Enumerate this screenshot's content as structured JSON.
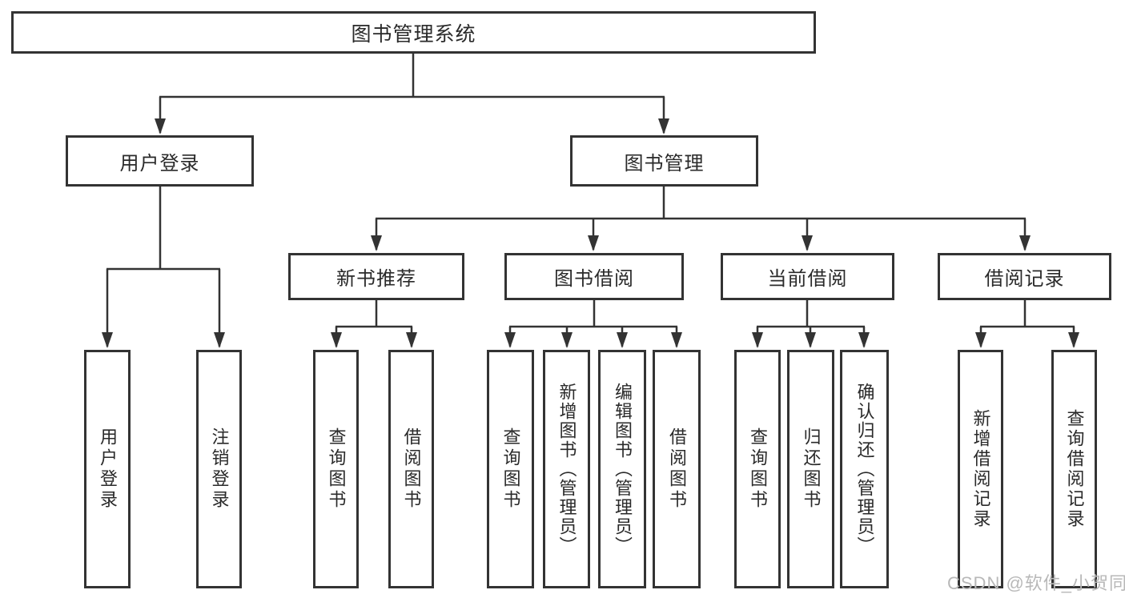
{
  "tree": {
    "root": {
      "label": "图书管理系统",
      "children": [
        {
          "label": "用户登录",
          "children": [
            {
              "label": "用户登录"
            },
            {
              "label": "注销登录"
            }
          ]
        },
        {
          "label": "图书管理",
          "children": [
            {
              "label": "新书推荐",
              "children": [
                {
                  "label": "查询图书"
                },
                {
                  "label": "借阅图书"
                }
              ]
            },
            {
              "label": "图书借阅",
              "children": [
                {
                  "label": "查询图书"
                },
                {
                  "label": "新增图书（管理员）"
                },
                {
                  "label": "编辑图书（管理员）"
                },
                {
                  "label": "借阅图书"
                }
              ]
            },
            {
              "label": "当前借阅",
              "children": [
                {
                  "label": "查询图书"
                },
                {
                  "label": "归还图书"
                },
                {
                  "label": "确认归还（管理员）"
                }
              ]
            },
            {
              "label": "借阅记录",
              "children": [
                {
                  "label": "新增借阅记录"
                },
                {
                  "label": "查询借阅记录"
                }
              ]
            }
          ]
        }
      ]
    }
  },
  "watermark": {
    "text": "CSDN @软件_小贺同学"
  },
  "colors": {
    "line": "#333333",
    "box_border": "#333333",
    "text": "#2a2a2a",
    "watermark": "#b8b8b8",
    "background": "#ffffff"
  }
}
